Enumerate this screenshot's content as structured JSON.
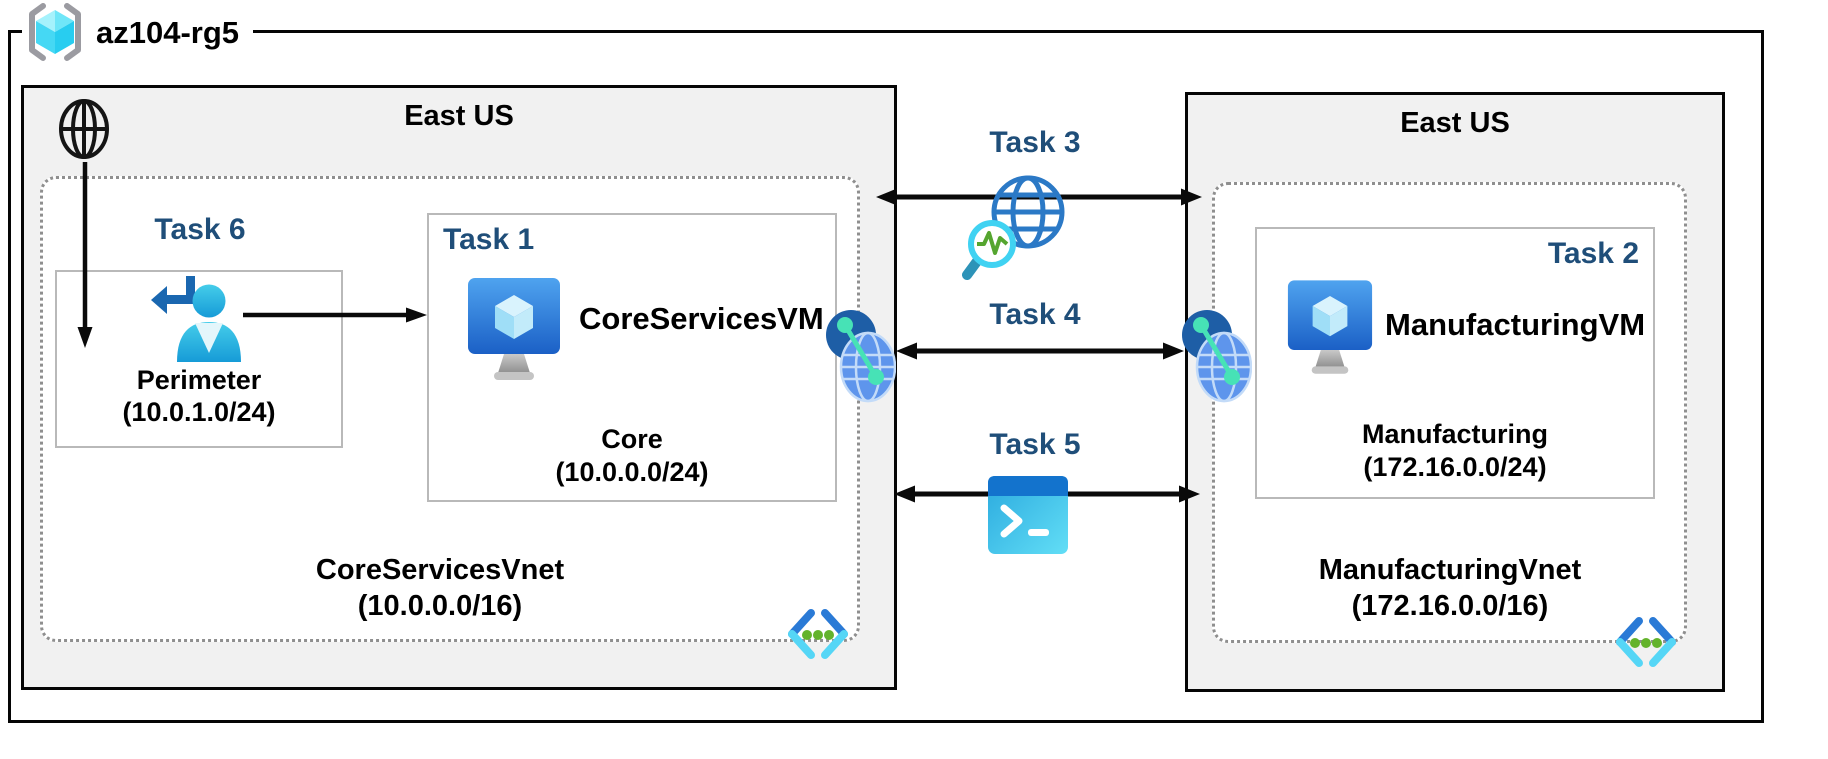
{
  "resource_group": {
    "name": "az104-rg5"
  },
  "left_region": {
    "name": "East US",
    "vnet": {
      "name": "CoreServicesVnet",
      "cidr": "(10.0.0.0/16)"
    },
    "perimeter_subnet": {
      "task": "Task 6",
      "name": "Perimeter",
      "cidr": "(10.0.1.0/24)"
    },
    "core_subnet": {
      "task": "Task 1",
      "vm_name": "CoreServicesVM",
      "name": "Core",
      "cidr": "(10.0.0.0/24)"
    }
  },
  "right_region": {
    "name": "East US",
    "vnet": {
      "name": "ManufacturingVnet",
      "cidr": "(172.16.0.0/16)"
    },
    "manufacturing_subnet": {
      "task": "Task 2",
      "vm_name": "ManufacturingVM",
      "name": "Manufacturing",
      "cidr": "(172.16.0.0/24)"
    }
  },
  "connections": {
    "task3": {
      "label": "Task 3",
      "icon": "network-watcher-icon"
    },
    "task4": {
      "label": "Task 4",
      "icon": "vnet-peering-icon"
    },
    "task5": {
      "label": "Task 5",
      "icon": "cloud-shell-icon"
    }
  },
  "icons": {
    "resource_group": "resource-group-icon",
    "internet": "internet-globe-icon",
    "perimeter_user": "perimeter-access-icon",
    "virtual_machine": "virtual-machine-icon",
    "network_watcher": "network-watcher-icon",
    "vnet_peering": "vnet-peering-icon",
    "cloud_shell": "cloud-shell-icon",
    "virtual_network": "virtual-network-icon"
  },
  "colors": {
    "task_label": "#1f4e79",
    "region_fill": "#f1f1f1",
    "border": "#050505",
    "subnet_border": "#b9b9b9",
    "vnet_dotted_border": "#8f8f8f",
    "azure_cyan": "#45d8f4",
    "azure_blue": "#1b60c6",
    "teal_dot": "#47e2b6",
    "green_dot": "#63b32b"
  }
}
